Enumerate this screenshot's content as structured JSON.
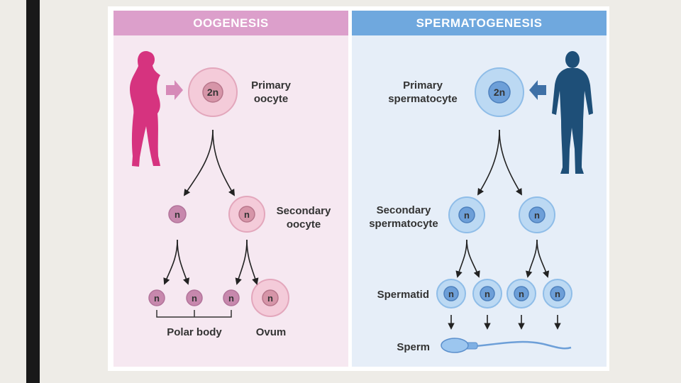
{
  "oogenesis": {
    "header": "OOGENESIS",
    "primary_label_line1": "Primary",
    "primary_label_line2": "oocyte",
    "secondary_label_line1": "Secondary",
    "secondary_label_line2": "oocyte",
    "polar_body_label": "Polar body",
    "ovum_label": "Ovum"
  },
  "spermatogenesis": {
    "header": "SPERMATOGENESIS",
    "primary_label_line1": "Primary",
    "primary_label_line2": "spermatocyte",
    "secondary_label_line1": "Secondary",
    "secondary_label_line2": "spermatocyte",
    "spermatid_label": "Spermatid",
    "sperm_label": "Sperm"
  },
  "ploidy": {
    "diploid": "2n",
    "haploid": "n"
  },
  "colors": {
    "pink_header": "#dc9fcb",
    "blue_header": "#6fa8de",
    "female_silhouette": "#d6337f",
    "male_silhouette": "#1e4f78"
  }
}
